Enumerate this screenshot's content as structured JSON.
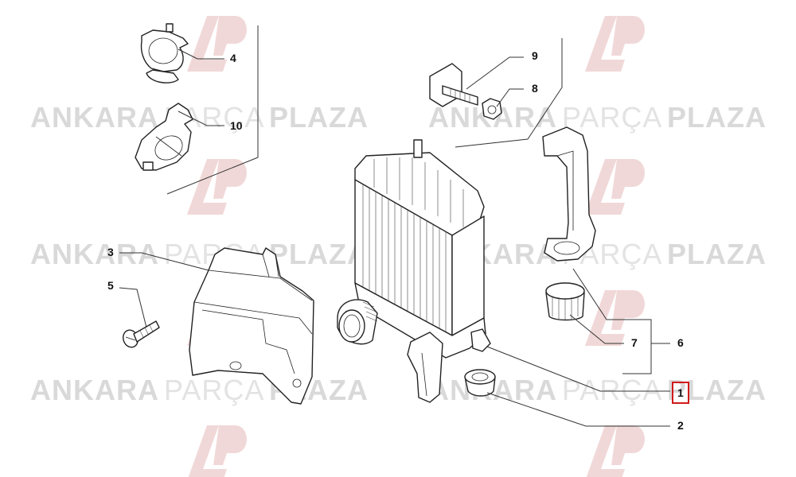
{
  "watermark": {
    "brand_word_1": "ANKARA",
    "brand_word_2": "PARÇA",
    "brand_word_3": "PLAZA",
    "logo_letters": "AP",
    "logo_color": "#e8c4c4",
    "text_color": "#d9d9d9"
  },
  "callouts": {
    "c1": "1",
    "c2": "2",
    "c3": "3",
    "c4": "4",
    "c5": "5",
    "c6": "6",
    "c7": "7",
    "c8": "8",
    "c9": "9",
    "c10": "10"
  },
  "highlight": {
    "selected_callout": "1",
    "color": "#d11a1a"
  }
}
